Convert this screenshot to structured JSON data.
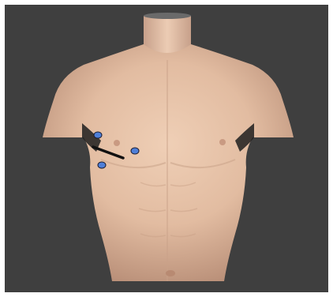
{
  "scene": {
    "background_color": "#3f3f3f",
    "skin_color": "#e6c0a4",
    "marker_color": "#4f7fd8",
    "marker_outline": "#1a1a2e",
    "line_color": "#111111"
  },
  "markers": [
    {
      "name": "marker-upper"
    },
    {
      "name": "marker-right"
    },
    {
      "name": "marker-lower"
    }
  ]
}
